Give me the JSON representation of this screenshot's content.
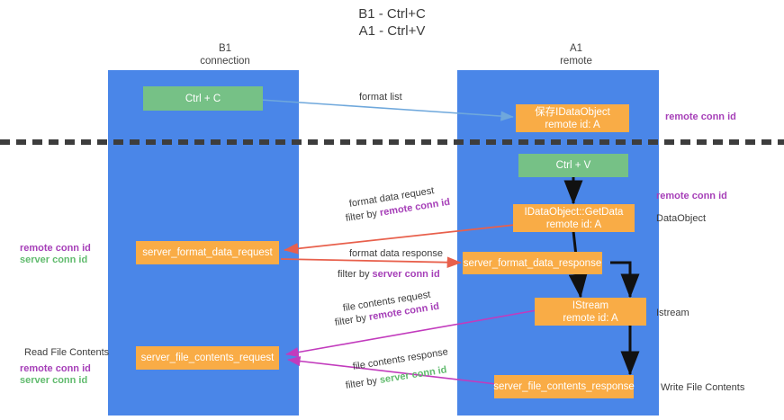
{
  "title": {
    "line1": "B1 - Ctrl+C",
    "line2": "A1 - Ctrl+V"
  },
  "columns": [
    {
      "id": "b1",
      "name": "B1",
      "role": "connection"
    },
    {
      "id": "a1",
      "name": "A1",
      "role": "remote"
    }
  ],
  "nodes": {
    "ctrl_c": {
      "line1": "Ctrl + C",
      "line2": ""
    },
    "save_idataobject": {
      "line1": "保存IDataObject",
      "line2": "remote id: A"
    },
    "ctrl_v": {
      "line1": "Ctrl + V",
      "line2": ""
    },
    "getdata": {
      "line1": "IDataObject::GetData",
      "line2": "remote id: A"
    },
    "format_data_request": {
      "line1": "server_format_data_request",
      "line2": ""
    },
    "format_data_response": {
      "line1": "server_format_data_response",
      "line2": ""
    },
    "istream": {
      "line1": "IStream",
      "line2": "remote id: A"
    },
    "file_contents_request": {
      "line1": "server_file_contents_request",
      "line2": ""
    },
    "file_contents_response": {
      "line1": "server_file_contents_response",
      "line2": ""
    }
  },
  "edge_labels": {
    "format_list": "format list",
    "format_data_request": "format data request",
    "format_data_request_filter_prefix": "filter by ",
    "format_data_request_filter_key": "remote conn id",
    "format_data_response": "format data response",
    "format_data_response_filter_prefix": "filter by ",
    "format_data_response_filter_key": "server conn id",
    "file_contents_request": "file contents request",
    "file_contents_request_filter_prefix": "filter by ",
    "file_contents_request_filter_key": "remote conn id",
    "file_contents_response": "file contents response",
    "file_contents_response_filter_prefix": "filter by ",
    "file_contents_response_filter_key": "server conn id"
  },
  "side_labels": {
    "right_top_remote_conn_id": "remote conn id",
    "right_getdata_remote_conn_id": "remote conn id",
    "right_dataobject": "DataObject",
    "right_istream": "Istream",
    "right_write_file_contents": "Write File Contents",
    "left_remote_conn_id": "remote conn id",
    "left_server_conn_id": "server conn id",
    "left_read_file_contents": "Read File Contents",
    "left_bottom_remote_conn_id": "remote conn id",
    "left_bottom_server_conn_id": "server conn id"
  },
  "colors": {
    "lane": "#4a86e8",
    "green_node": "#76c186",
    "orange_node": "#f9ac46",
    "remote_conn_id": "#a63fb8",
    "server_conn_id": "#61bb6e",
    "arrow_format_list": "#6fa8dc",
    "arrow_black": "#000000",
    "arrow_red": "#e8604c",
    "arrow_magenta": "#c council"
  }
}
